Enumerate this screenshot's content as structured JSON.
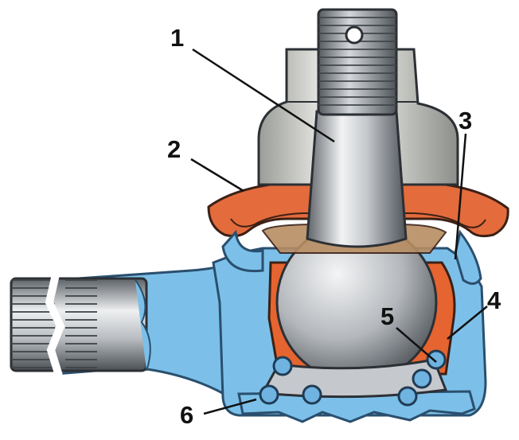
{
  "callouts": [
    {
      "id": "1",
      "label": "1"
    },
    {
      "id": "2",
      "label": "2"
    },
    {
      "id": "3",
      "label": "3"
    },
    {
      "id": "4",
      "label": "4"
    },
    {
      "id": "5",
      "label": "5"
    },
    {
      "id": "6",
      "label": "6"
    }
  ],
  "colors": {
    "housing": "#7cc0e9",
    "housing_outline": "#2a4f6e",
    "boot": "#e36b3c",
    "liner": "#e6642f",
    "metal_light": "#d9dce0",
    "metal_dark": "#6e7378",
    "nut": "#c7c8c4",
    "background": "#ffffff"
  }
}
